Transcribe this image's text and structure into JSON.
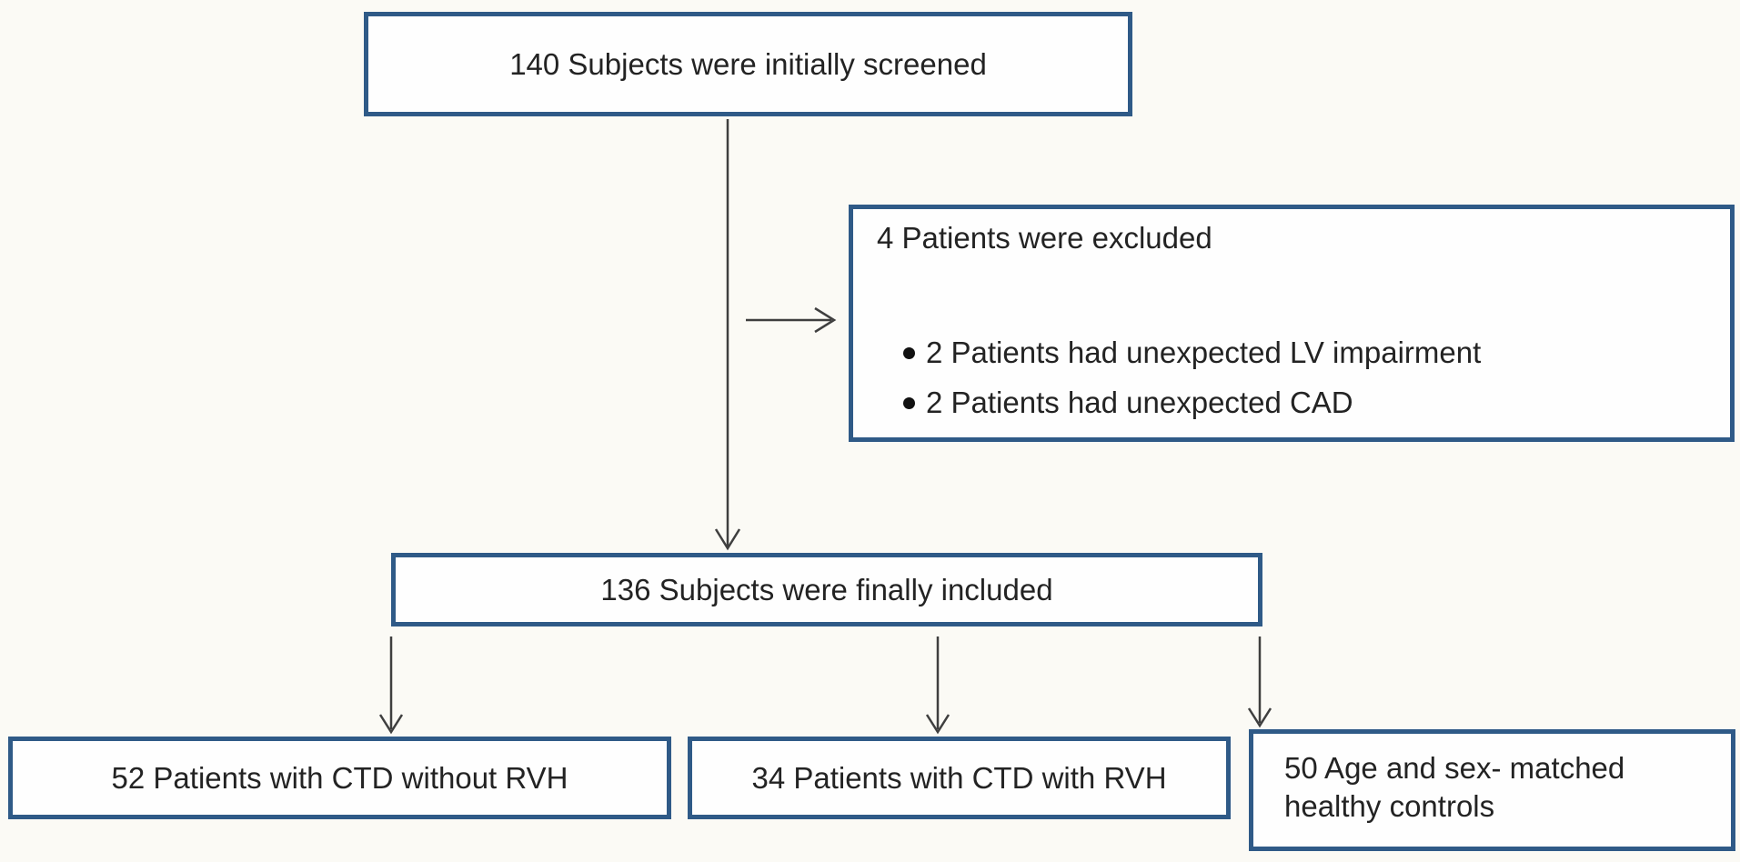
{
  "diagram": {
    "screened": {
      "label": "140 Subjects were initially screened"
    },
    "excluded": {
      "title": "4 Patients were excluded",
      "bullets": [
        "2 Patients had unexpected LV impairment",
        "2 Patients had unexpected CAD"
      ]
    },
    "included": {
      "label": "136 Subjects were finally included"
    },
    "groups": [
      {
        "label": "52 Patients with CTD without RVH"
      },
      {
        "label": "34 Patients with CTD with RVH"
      },
      {
        "lines": [
          "50 Age and sex- matched",
          "healthy controls"
        ]
      }
    ]
  },
  "colors": {
    "box_border": "#2f5a87",
    "arrow": "#3f3f3f",
    "background": "#fbfaf5",
    "box_fill": "#fefefe",
    "text": "#232323",
    "bullet": "#111111"
  }
}
